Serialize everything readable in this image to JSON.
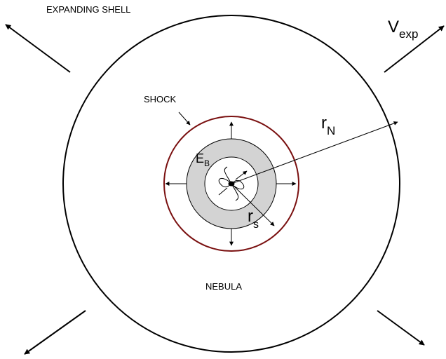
{
  "labels": {
    "expanding_shell": "EXPANDING SHELL",
    "v_main": "V",
    "v_sub": "exp",
    "shock": "SHOCK",
    "rN_main": "r",
    "rN_sub": "N",
    "EB_main": "E",
    "EB_sub": "B",
    "rs_main": "r",
    "rs_sub": "s",
    "nebula": "NEBULA"
  },
  "colors": {
    "shell": "#000000",
    "shock": "#7a1010",
    "shocked_region": "#d3d3d3",
    "background": "#ffffff"
  }
}
